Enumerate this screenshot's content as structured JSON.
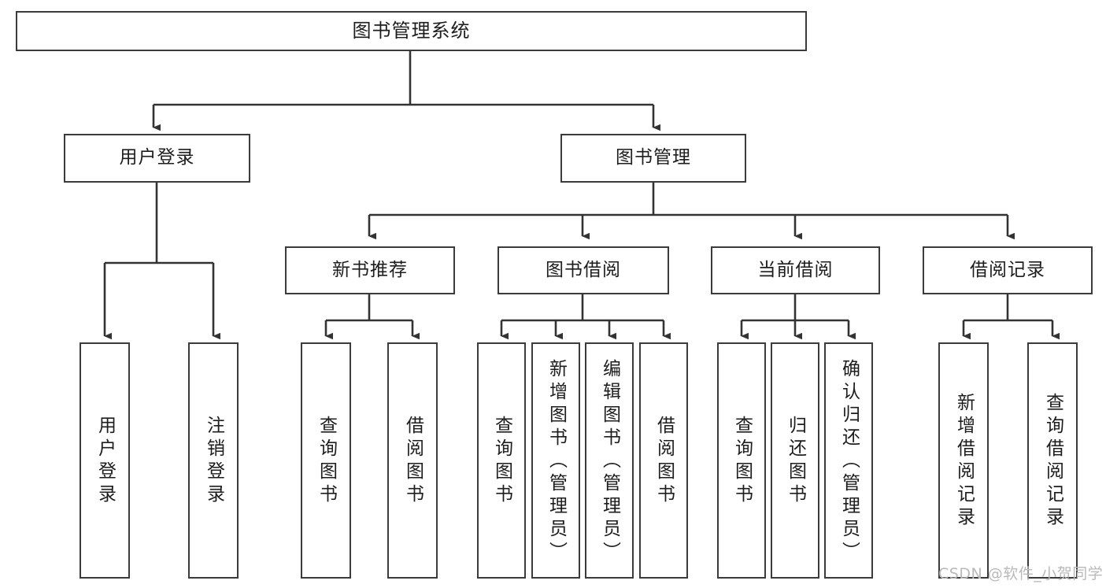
{
  "diagram": {
    "title": "图书管理系统",
    "type": "tree-hierarchy",
    "orientation": "top-down",
    "root": {
      "id": "root",
      "label": "图书管理系统"
    },
    "level2": [
      {
        "id": "user-login",
        "label": "用户登录"
      },
      {
        "id": "book-manage",
        "label": "图书管理"
      }
    ],
    "level3": [
      {
        "id": "new-book-rec",
        "label": "新书推荐",
        "parent": "book-manage"
      },
      {
        "id": "book-borrow",
        "label": "图书借阅",
        "parent": "book-manage"
      },
      {
        "id": "current-borrow",
        "label": "当前借阅",
        "parent": "book-manage"
      },
      {
        "id": "borrow-record",
        "label": "借阅记录",
        "parent": "book-manage"
      }
    ],
    "leaves": {
      "user_login": [
        {
          "id": "leaf-user-login",
          "label": "用户登录"
        },
        {
          "id": "leaf-logout",
          "label": "注销登录"
        }
      ],
      "new_book_rec": [
        {
          "id": "leaf-query-book-1",
          "label": "查询图书"
        },
        {
          "id": "leaf-borrow-book-1",
          "label": "借阅图书"
        }
      ],
      "book_borrow": [
        {
          "id": "leaf-query-book-2",
          "label": "查询图书"
        },
        {
          "id": "leaf-add-book",
          "label": "新增图书（管理员）"
        },
        {
          "id": "leaf-edit-book",
          "label": "编辑图书（管理员）"
        },
        {
          "id": "leaf-borrow-book-2",
          "label": "借阅图书"
        }
      ],
      "current_borrow": [
        {
          "id": "leaf-query-book-3",
          "label": "查询图书"
        },
        {
          "id": "leaf-return-book",
          "label": "归还图书"
        },
        {
          "id": "leaf-confirm-return",
          "label": "确认归还（管理员）"
        }
      ],
      "borrow_record": [
        {
          "id": "leaf-add-record",
          "label": "新增借阅记录"
        },
        {
          "id": "leaf-query-record",
          "label": "查询借阅记录"
        }
      ]
    }
  },
  "watermark": {
    "text": "CSDN @软件_小贺同学"
  },
  "colors": {
    "stroke": "#3b3b3b",
    "background": "#ffffff",
    "text": "#1d1d1d",
    "watermark": "#b9b9b9"
  }
}
